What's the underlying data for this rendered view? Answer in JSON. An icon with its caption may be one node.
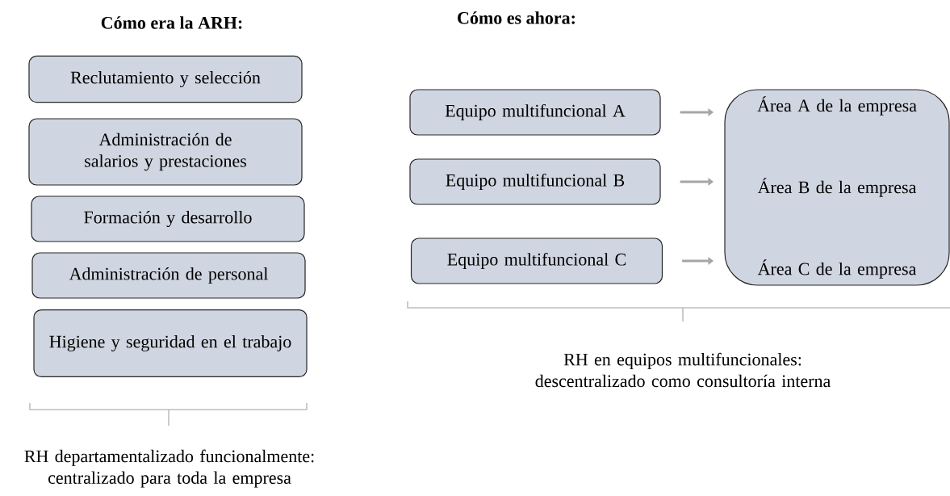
{
  "diagram": {
    "nodes": [
      {
        "text": [
          "Reclutamiento y selección"
        ]
      },
      {
        "text": [
          "Administración de salarios y prestaciones"
        ]
      },
      {
        "text": [
          "Formación y desarrollo"
        ]
      },
      {
        "text": [
          "Administración de personal"
        ]
      },
      {
        "text": [
          "Higiene y seguridad en el trabajo"
        ]
      },
      {
        "text": [
          "Equipo multifuncional A"
        ]
      },
      {
        "text": [
          "Equipo multifuncional B"
        ]
      },
      {
        "text": [
          "Equipo multifuncional C"
        ]
      },
      {
        "text": [
          "Área A de la empresa",
          "Área B de la empresa",
          "Área C de la empresa"
        ]
      }
    ],
    "edges": [
      {
        "from": 5,
        "to": 8,
        "arrow": "to"
      },
      {
        "from": 6,
        "to": 8,
        "arrow": "to"
      },
      {
        "from": 7,
        "to": 8,
        "arrow": "to"
      }
    ],
    "labels": [
      "Cómo era la ARH:",
      "Cómo es ahora:",
      "RH departamentalizado funcionalmente: centralizado para toda la empresa",
      "RH en equipos multifuncionales: descentralizado como consultoría interna"
    ]
  }
}
